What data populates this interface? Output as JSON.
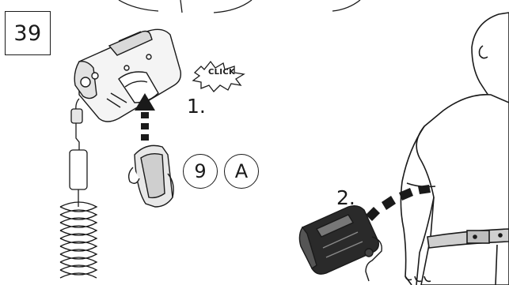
{
  "step_number": "39",
  "click_badge": "CLICK",
  "steps": [
    {
      "label": "1."
    },
    {
      "label": "2."
    }
  ],
  "part_refs": [
    "9",
    "A"
  ]
}
